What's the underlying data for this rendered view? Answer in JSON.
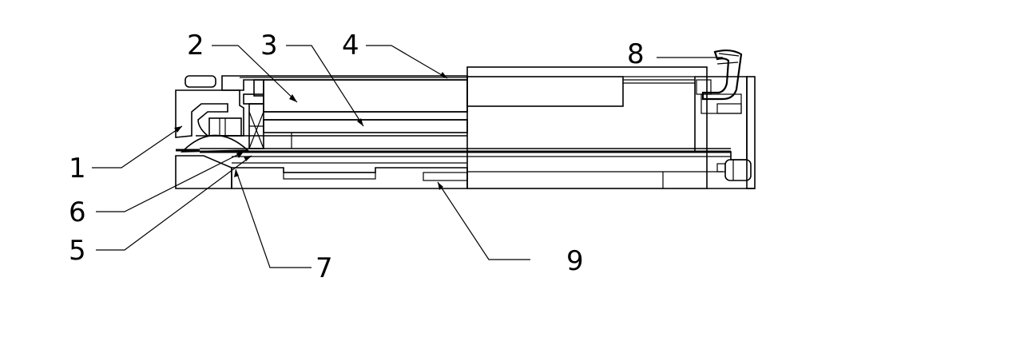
{
  "diagram": {
    "labels": {
      "l1": "1",
      "l2": "2",
      "l3": "3",
      "l4": "4",
      "l5": "5",
      "l6": "6",
      "l7": "7",
      "l8": "8",
      "l9": "9"
    },
    "colors": {
      "line": "#000000",
      "background": "#ffffff"
    }
  }
}
